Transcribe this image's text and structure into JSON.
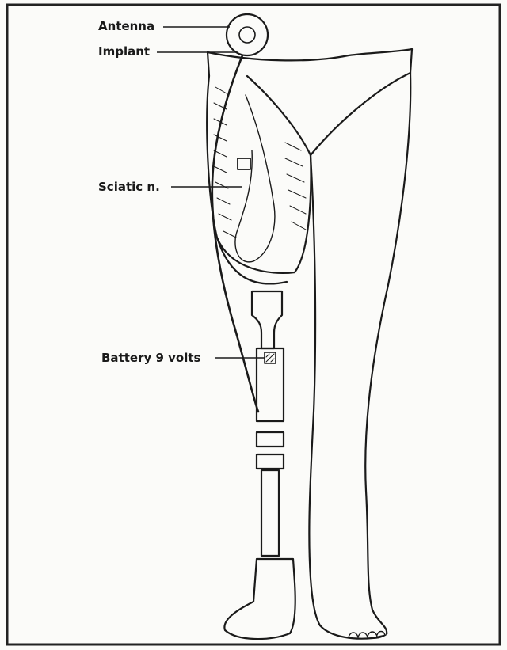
{
  "labels": {
    "antenna": "Antenna",
    "implant": "Implant",
    "sciatic": "Sciatic n.",
    "battery": "Battery 9 volts"
  },
  "colors": {
    "ink": "#1a1a1a",
    "paper": "#fbfbf9",
    "frame": "#222222"
  }
}
